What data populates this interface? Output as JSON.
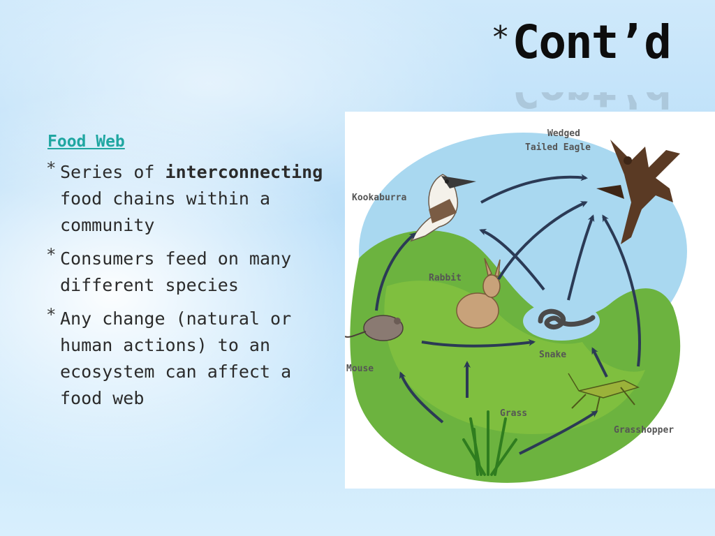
{
  "slide": {
    "title_bullet": "*",
    "title": "Cont’d",
    "heading": "Food Web",
    "bullet_glyph": "*",
    "bullets": [
      {
        "pre": "Series of ",
        "strong": "interconnecting",
        "post": " food chains within a community"
      },
      {
        "pre": "Consumers feed on many different species",
        "strong": "",
        "post": ""
      },
      {
        "pre": "Any change (natural or human actions) to an ecosystem can affect a food web",
        "strong": "",
        "post": ""
      }
    ]
  },
  "diagram": {
    "labels": {
      "eagle_line1": "Wedged",
      "eagle_line2": "Tailed Eagle",
      "kookaburra": "Kookaburra",
      "rabbit": "Rabbit",
      "snake": "Snake",
      "mouse": "Mouse",
      "grass": "Grass",
      "grasshopper": "Grasshopper"
    },
    "colors": {
      "sky": "#a9d8f0",
      "land": "#6cb33f",
      "land_light": "#8cc63f",
      "arrow": "#2b3a55"
    }
  }
}
